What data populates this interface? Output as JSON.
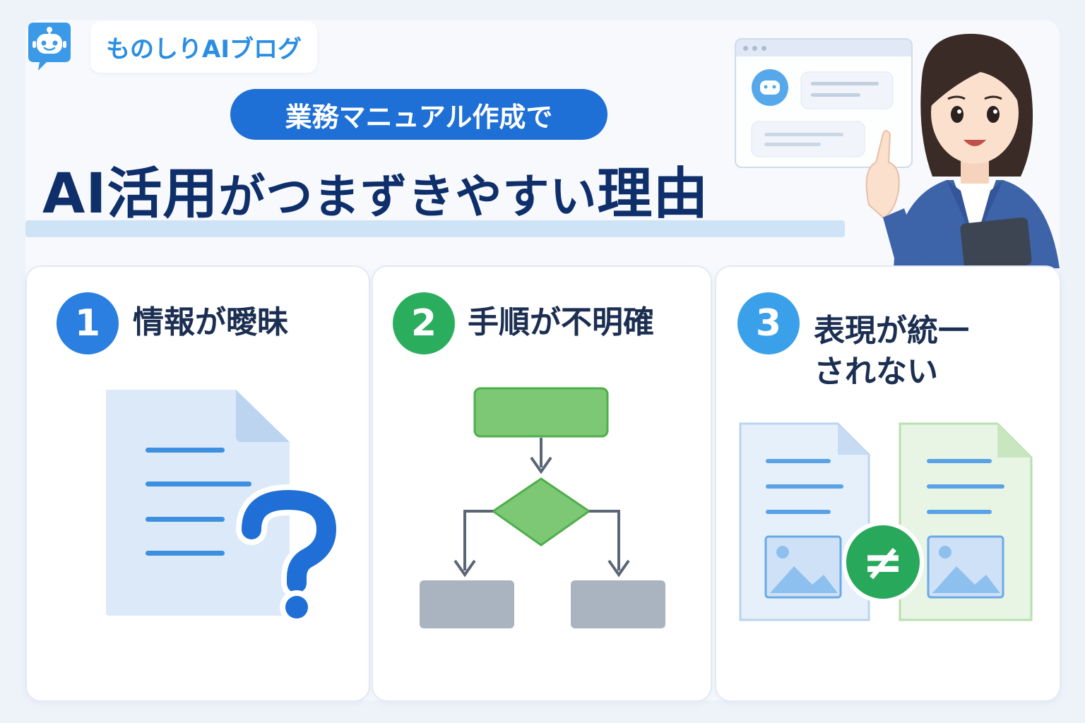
{
  "brand": {
    "name": "ものしりAIブログ",
    "icon": "robot-chat-icon"
  },
  "pill": {
    "text": "業務マニュアル作成で"
  },
  "headline": {
    "part1": "AI活用",
    "part2": "がつまずきやすい",
    "part3": "理由"
  },
  "cards": [
    {
      "number": "1",
      "title": "情報が曖昧",
      "color": "#2a7fe0",
      "icon": "document-question-icon"
    },
    {
      "number": "2",
      "title": "手順が不明確",
      "color": "#2aae5e",
      "icon": "flowchart-icon"
    },
    {
      "number": "3",
      "title_line1": "表現が統一",
      "title_line2": "されない",
      "color": "#3ba0ea",
      "icon": "documents-not-equal-icon",
      "symbol": "≠"
    }
  ],
  "colors": {
    "accent_blue": "#1e6fd6",
    "headline": "#0f2f6b",
    "green": "#2aae5e"
  }
}
